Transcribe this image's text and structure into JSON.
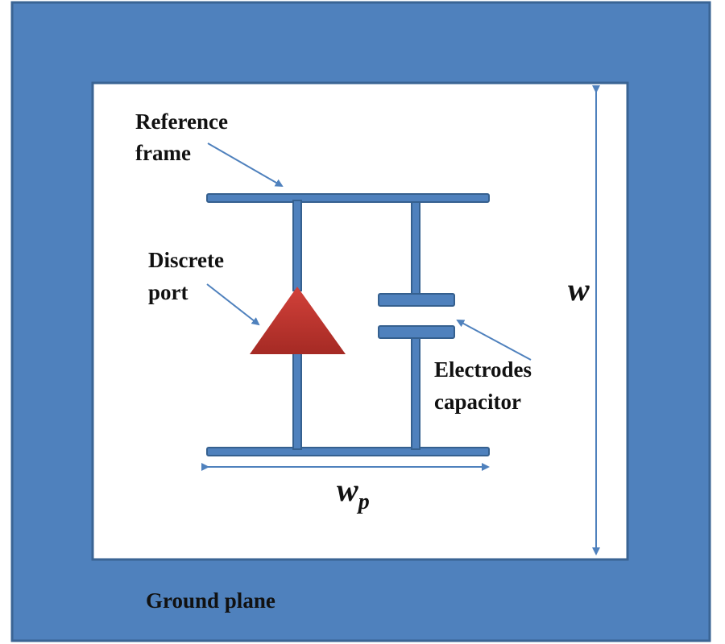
{
  "diagram": {
    "title": "Resonator layout schematic",
    "colors": {
      "ground_plane": "#4f81bd",
      "ground_plane_border": "#3a6494",
      "substrate": "#ffffff",
      "conductor": "#4f81bd",
      "conductor_border": "#35608f",
      "port": "#c0392b",
      "port_dark": "#9e2a22",
      "arrow": "#4f81bd",
      "text": "#111111"
    },
    "labels": {
      "reference_frame_line1": "Reference",
      "reference_frame_line2": "frame",
      "discrete_port_line1": "Discrete",
      "discrete_port_line2": "port",
      "electrodes_line1": "Electrodes",
      "electrodes_line2": "capacitor",
      "ground_plane": "Ground plane"
    },
    "dimensions": {
      "w": {
        "symbol": "w"
      },
      "wp": {
        "symbol": "w",
        "subscript": "p"
      }
    }
  }
}
